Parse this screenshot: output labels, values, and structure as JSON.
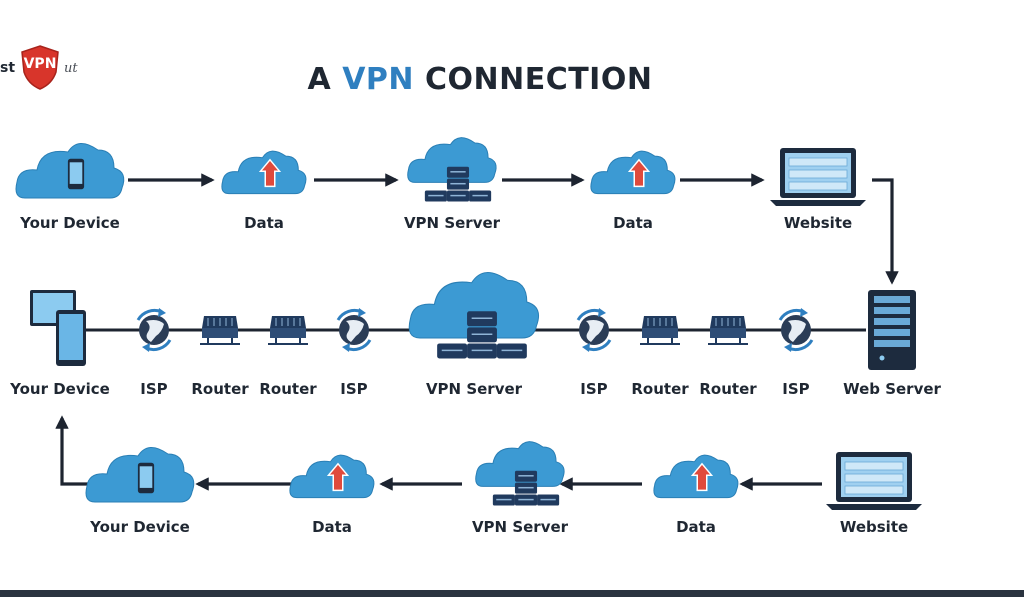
{
  "logo": {
    "pre": "st",
    "shield_text": "VPN",
    "post": "ut"
  },
  "title": {
    "prefix": "A ",
    "accent": "VPN",
    "suffix": " CONNECTION"
  },
  "colors": {
    "cloud": "#3c9ad3",
    "cloud_light": "#6db8e4",
    "server": "#203a5e",
    "arrow": "#1d2430",
    "line": "#1d2430",
    "data_arrow": "#e04a3c",
    "accent": "#2f7fc0",
    "text": "#1f2732"
  },
  "rows": {
    "top": [
      {
        "id": "your-device",
        "label": "Your Device",
        "icon": "cloud-phone-icon"
      },
      {
        "id": "data",
        "label": "Data",
        "icon": "cloud-upload-icon"
      },
      {
        "id": "vpn-server",
        "label": "VPN Server",
        "icon": "cloud-server-icon"
      },
      {
        "id": "data",
        "label": "Data",
        "icon": "cloud-upload-icon"
      },
      {
        "id": "website",
        "label": "Website",
        "icon": "laptop-icon"
      }
    ],
    "middle": [
      {
        "id": "your-device",
        "label": "Your Device",
        "icon": "desktop-tablet-icon"
      },
      {
        "id": "isp",
        "label": "ISP",
        "icon": "globe-sync-icon"
      },
      {
        "id": "router",
        "label": "Router",
        "icon": "router-icon"
      },
      {
        "id": "router",
        "label": "Router",
        "icon": "router-icon"
      },
      {
        "id": "isp",
        "label": "ISP",
        "icon": "globe-sync-icon"
      },
      {
        "id": "vpn-server",
        "label": "VPN Server",
        "icon": "cloud-server-icon"
      },
      {
        "id": "isp",
        "label": "ISP",
        "icon": "globe-sync-icon"
      },
      {
        "id": "router",
        "label": "Router",
        "icon": "router-icon"
      },
      {
        "id": "router",
        "label": "Router",
        "icon": "router-icon"
      },
      {
        "id": "isp",
        "label": "ISP",
        "icon": "globe-sync-icon"
      },
      {
        "id": "web-server",
        "label": "Web Server",
        "icon": "server-tower-icon"
      }
    ],
    "bottom": [
      {
        "id": "your-device",
        "label": "Your Device",
        "icon": "cloud-phone-icon"
      },
      {
        "id": "data",
        "label": "Data",
        "icon": "cloud-upload-icon"
      },
      {
        "id": "vpn-server",
        "label": "VPN Server",
        "icon": "cloud-server-icon"
      },
      {
        "id": "data",
        "label": "Data",
        "icon": "cloud-upload-icon"
      },
      {
        "id": "website",
        "label": "Website",
        "icon": "laptop-icon"
      }
    ]
  }
}
